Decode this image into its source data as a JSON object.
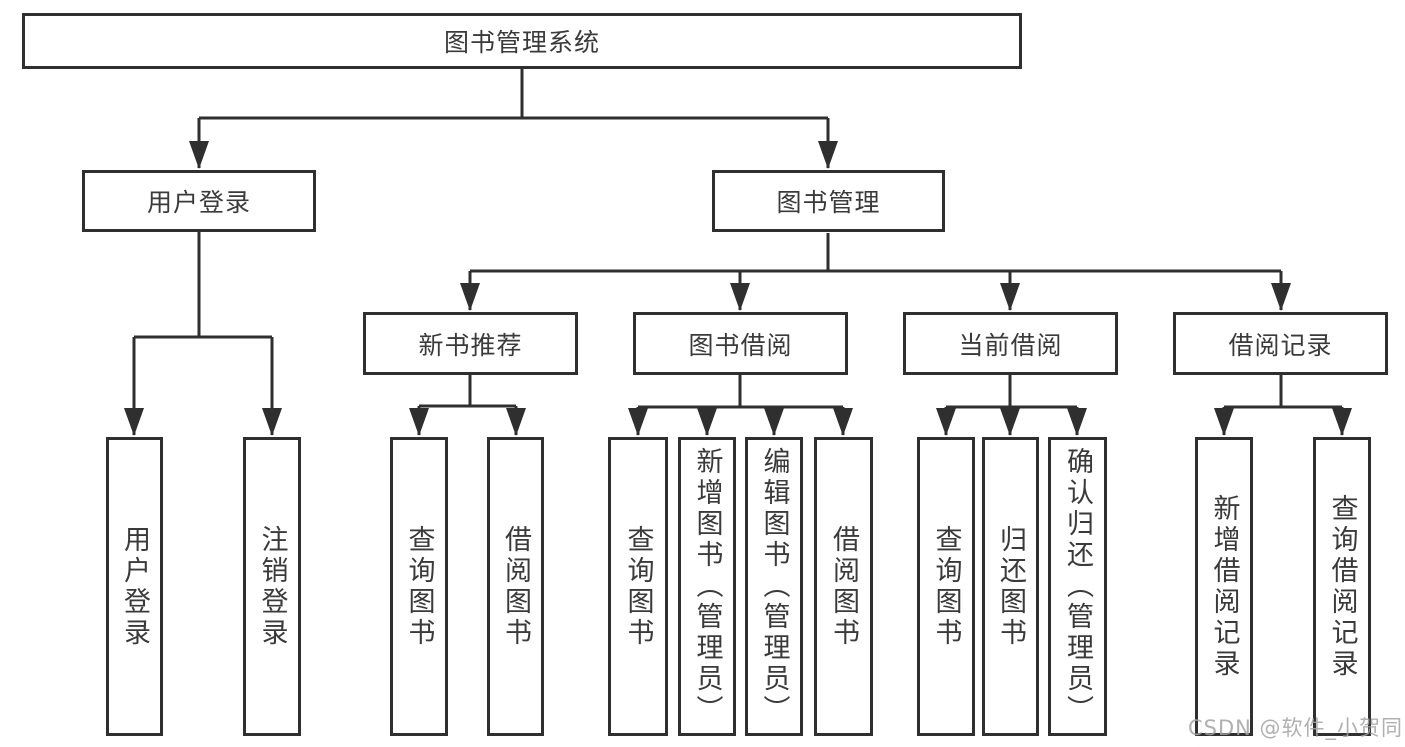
{
  "tree": {
    "root": {
      "label": "图书管理系统"
    },
    "login": {
      "label": "用户登录",
      "children": [
        {
          "label": "用户登录"
        },
        {
          "label": "注销登录"
        }
      ]
    },
    "management": {
      "label": "图书管理",
      "sections": [
        {
          "label": "新书推荐",
          "children": [
            {
              "label": "查询图书"
            },
            {
              "label": "借阅图书"
            }
          ]
        },
        {
          "label": "图书借阅",
          "children": [
            {
              "label": "查询图书"
            },
            {
              "label": "新增图书（管理员）"
            },
            {
              "label": "编辑图书（管理员）"
            },
            {
              "label": "借阅图书"
            }
          ]
        },
        {
          "label": "当前借阅",
          "children": [
            {
              "label": "查询图书"
            },
            {
              "label": "归还图书"
            },
            {
              "label": "确认归还（管理员）"
            }
          ]
        },
        {
          "label": "借阅记录",
          "children": [
            {
              "label": "新增借阅记录"
            },
            {
              "label": "查询借阅记录"
            }
          ]
        }
      ]
    }
  },
  "watermark": {
    "text": "CSDN @软件_小贺同学"
  },
  "colors": {
    "line": "#2f2f2f",
    "text": "#3a3a3a",
    "box_background": "#ffffff",
    "watermark": "#a2a2a2",
    "background": "#ffffff"
  }
}
